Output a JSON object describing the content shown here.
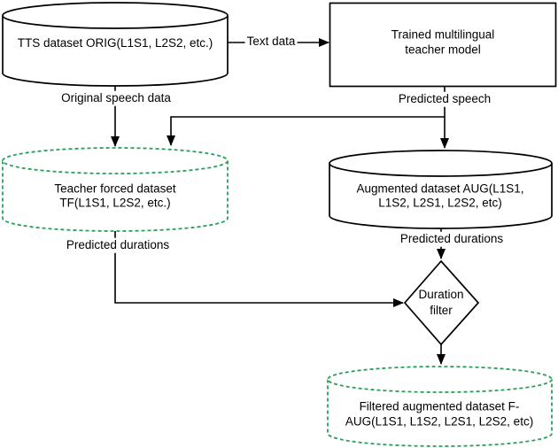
{
  "colors": {
    "accent_green": "#2aa05a",
    "line": "#000000",
    "background": "#ffffff",
    "text": "#000000"
  },
  "nodes": {
    "orig_dataset": {
      "shape": "cylinder",
      "border": "solid-black",
      "label": "TTS dataset ORIG(L1S1, L2S2, etc.)"
    },
    "teacher_model": {
      "shape": "rectangle",
      "border": "solid-black",
      "line1": "Trained multilingual",
      "line2": "teacher model"
    },
    "tf_dataset": {
      "shape": "cylinder",
      "border": "dashed-green",
      "line1": "Teacher forced dataset",
      "line2": "TF(L1S1, L2S2, etc.)"
    },
    "aug_dataset": {
      "shape": "cylinder",
      "border": "solid-black",
      "line1": "Augmented dataset AUG(L1S1,",
      "line2": "L1S2, L2S1, L2S2, etc)"
    },
    "duration_filter": {
      "shape": "diamond",
      "border": "solid-black",
      "line1": "Duration",
      "line2": "filter"
    },
    "faug_dataset": {
      "shape": "cylinder",
      "border": "dashed-green",
      "line1": "Filtered augmented dataset F-",
      "line2": "AUG(L1S1, L1S2, L2S1, L2S2, etc)"
    }
  },
  "edges": {
    "text_data": {
      "label": "Text data"
    },
    "original_speech": {
      "label": "Original speech data"
    },
    "predicted_speech": {
      "label": "Predicted speech"
    },
    "tf_predicted_durations": {
      "label": "Predicted durations"
    },
    "aug_predicted_durations": {
      "label": "Predicted durations"
    }
  }
}
